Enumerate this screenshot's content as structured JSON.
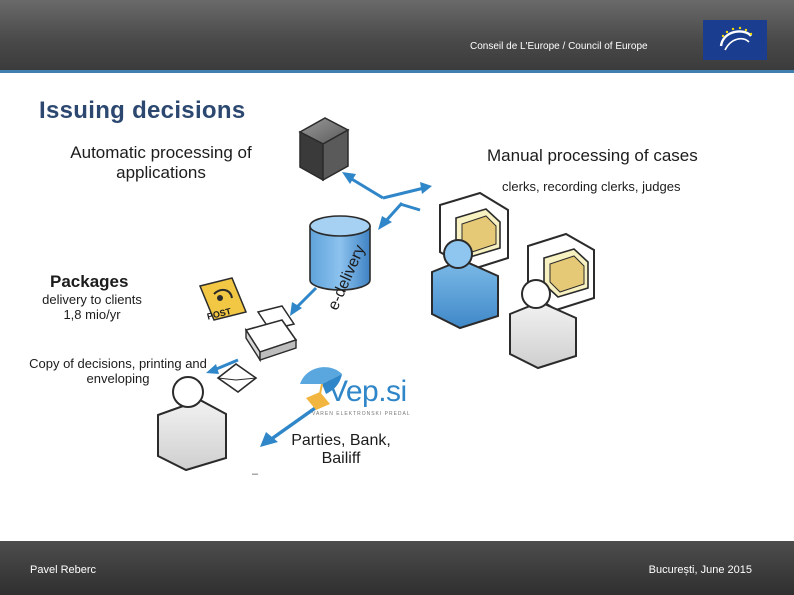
{
  "header": {
    "org_name": "Conseil de L'Europe / Council of Europe"
  },
  "title": "Issuing decisions",
  "labels": {
    "automatic_line1": "Automatic processing of",
    "automatic_line2": "applications",
    "manual_title": "Manual processing of cases",
    "manual_sub": "clerks,  recording clerks, judges",
    "packages": "Packages",
    "delivery_line1": "delivery to clients",
    "delivery_line2": "1,8 mio/yr",
    "copy_line1": "Copy of decisions, printing and",
    "copy_line2": "enveloping",
    "edelivery": "e-delivery",
    "parties_line1": "Parties, Bank,",
    "parties_line2": "Bailiff",
    "dash": "–"
  },
  "logo": {
    "brand": "Vep.si",
    "tagline": "VAREN ELEKTRONSKI PREDAL",
    "post_label": "POST"
  },
  "footer": {
    "left": "Pavel Reberc",
    "right": "București, June 2015"
  },
  "colors": {
    "accent": "#3f7fb0",
    "title": "#2c4870",
    "arrow": "#2f86c8",
    "post_yellow": "#f2c744"
  },
  "icons": [
    "server-cube-icon",
    "database-icon",
    "printer-icon",
    "post-icon",
    "envelope-icon",
    "user-computer-icon",
    "user-icon",
    "vep-logo-icon"
  ]
}
